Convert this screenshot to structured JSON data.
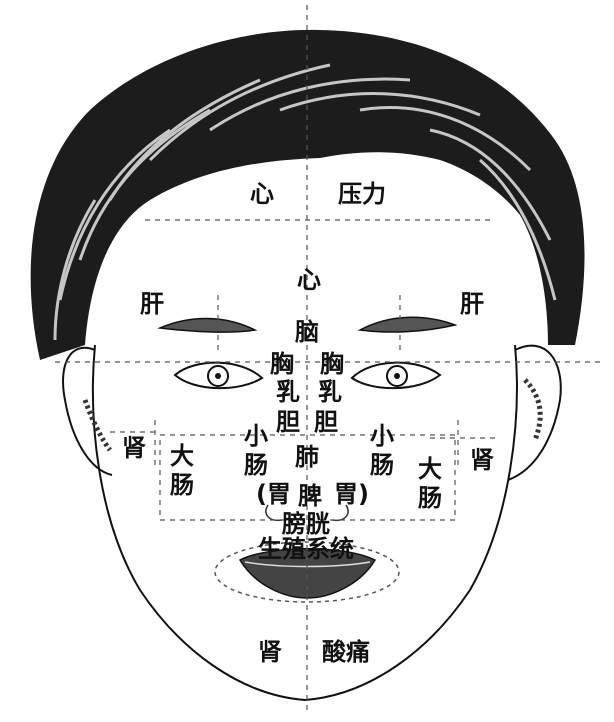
{
  "colors": {
    "ink": "#111111",
    "hair": "#1c1c1c",
    "guide": "#555555",
    "paper": "#ffffff"
  },
  "labels": {
    "forehead_left": "心",
    "forehead_right": "压力",
    "forehead_center": "心",
    "liver_left": "肝",
    "liver_right": "肝",
    "brain": "脑",
    "chest_left": "胸",
    "chest_right": "胸",
    "breast_left": "乳",
    "breast_right": "乳",
    "gallbladder_left": "胆",
    "gallbladder_right": "胆",
    "small_intestine_left": "小肠",
    "small_intestine_right": "小肠",
    "lung": "肺",
    "kidney_left": "肾",
    "kidney_right": "肾",
    "large_intestine_left": "大肠",
    "large_intestine_right": "大肠",
    "stomach_left": "(胃",
    "spleen": "脾",
    "stomach_right": "胃)",
    "bladder": "膀胱",
    "reproductive_system": "生殖系统",
    "chin_kidney": "肾",
    "chin_ache": "酸痛"
  }
}
